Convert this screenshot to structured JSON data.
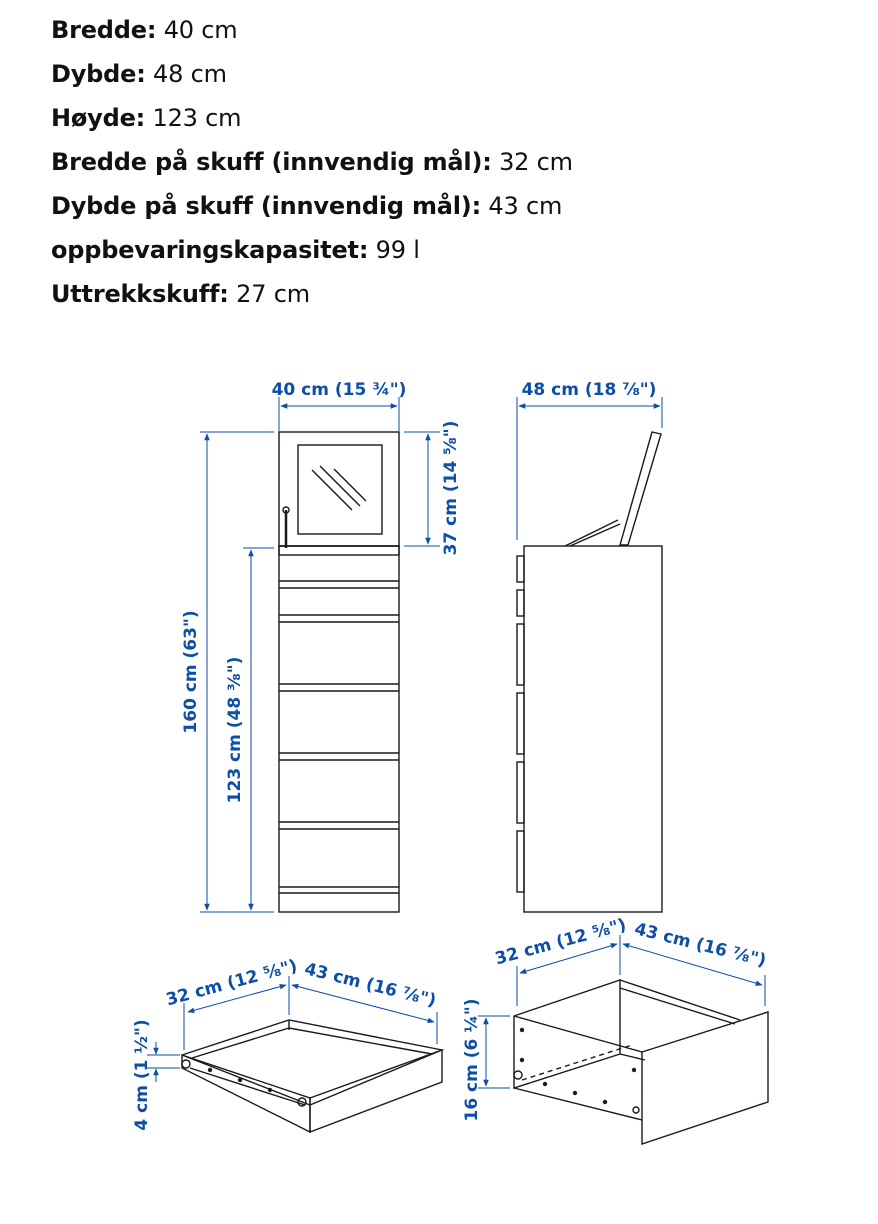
{
  "specs": [
    {
      "label": "Bredde:",
      "value": "40 cm"
    },
    {
      "label": "Dybde:",
      "value": "48 cm"
    },
    {
      "label": "Høyde:",
      "value": "123 cm"
    },
    {
      "label": "Bredde på skuff (innvendig mål):",
      "value": "32 cm"
    },
    {
      "label": "Dybde på skuff (innvendig mål):",
      "value": "43 cm"
    },
    {
      "label": "oppbevaringskapasitet:",
      "value": "99 l"
    },
    {
      "label": "Uttrekkskuff:",
      "value": "27 cm"
    }
  ],
  "dimensions": {
    "front_width": "40 cm (15 ¾\")",
    "side_depth": "48 cm (18 ⅞\")",
    "mirror_height": "37 cm (14 ⅝\")",
    "total_height": "160 cm (63\")",
    "body_height": "123 cm (48 ⅜\")",
    "small_drawer_width": "32 cm (12 ⅝\")",
    "small_drawer_depth": "43 cm (16 ⅞\")",
    "small_drawer_height": "4 cm (1 ½\")",
    "large_drawer_width": "32 cm (12 ⅝\")",
    "large_drawer_depth": "43 cm (16 ⅞\")",
    "large_drawer_height": "16 cm (6 ¼\")"
  },
  "colors": {
    "dimension_blue": "#0d4ea6",
    "line_dark": "#1a1a1a"
  }
}
